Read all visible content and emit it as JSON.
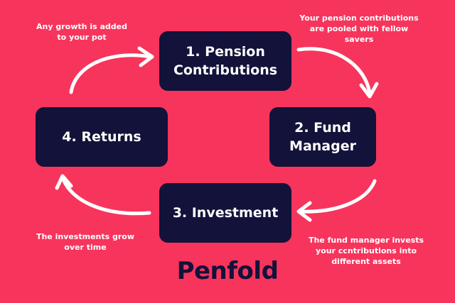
{
  "steps": {
    "step1": "1. Pension Contributions",
    "step2": "2. Fund Manager",
    "step3": "3. Investment",
    "step4": "4. Returns"
  },
  "notes": {
    "top_left": "Any growth is added to your pot",
    "top_right": "Your pension contributions are pooled with fellow savers",
    "bottom_left": "The investments grow over time",
    "bottom_right": "The fund manager invests your ccntributions into different assets"
  },
  "logo": "Penfold",
  "colors": {
    "background": "#f7345c",
    "box": "#12123a",
    "text": "#ffffff",
    "logo": "#12123a"
  }
}
